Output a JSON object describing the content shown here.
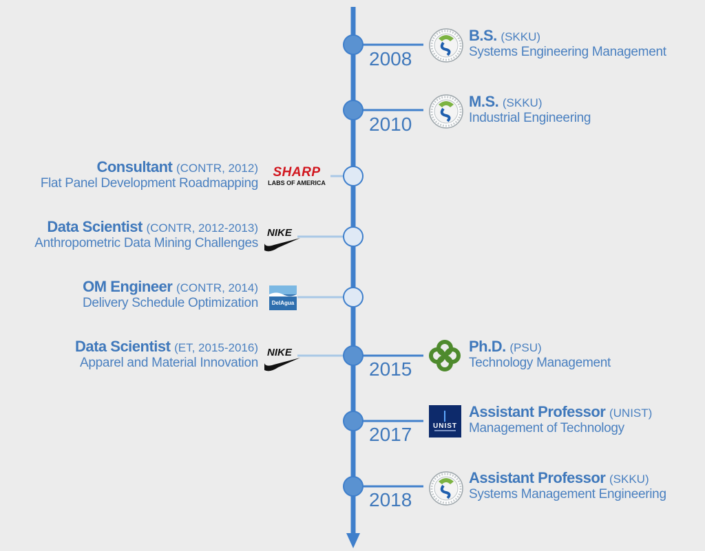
{
  "colors": {
    "axis": "#3f7fcb",
    "node_filled": "#5a92d1",
    "node_open": "#dfe9f5",
    "connector": "#a9c8e6",
    "text": "#4a80c0"
  },
  "education": [
    {
      "year": "2008",
      "degree": "B.S.",
      "institution": "(SKKU)",
      "field": "Systems Engineering Management",
      "logo": "skku-seal-icon"
    },
    {
      "year": "2010",
      "degree": "M.S.",
      "institution": "(SKKU)",
      "field": "Industrial Engineering",
      "logo": "skku-seal-icon"
    },
    {
      "year": "2015",
      "degree": "Ph.D.",
      "institution": "(PSU)",
      "field": "Technology Management",
      "logo": "psu-logo-icon"
    },
    {
      "year": "2017",
      "degree": "Assistant Professor",
      "institution": "(UNIST)",
      "field": "Management of Technology",
      "logo": "unist-logo-icon",
      "logo_text": "UNIST"
    },
    {
      "year": "2018",
      "degree": "Assistant Professor",
      "institution": "(SKKU)",
      "field": "Systems Management Engineering",
      "logo": "skku-seal-icon"
    }
  ],
  "work": [
    {
      "role": "Consultant",
      "detail": "(CONTR, 2012)",
      "project": "Flat Panel Development Roadmapping",
      "logo": "sharp-logo-icon",
      "logo_text": "SHARP",
      "logo_sub": "LABS OF AMERICA"
    },
    {
      "role": "Data Scientist",
      "detail": "(CONTR, 2012-2013)",
      "project": "Anthropometric Data Mining Challenges",
      "logo": "nike-logo-icon",
      "logo_text": "NIKE"
    },
    {
      "role": "OM Engineer",
      "detail": "(CONTR, 2014)",
      "project": "Delivery Schedule Optimization",
      "logo": "delagua-logo-icon",
      "logo_text": "DelAgua"
    },
    {
      "role": "Data Scientist",
      "detail": "(ET, 2015-2016)",
      "project": "Apparel and Material Innovation",
      "logo": "nike-logo-icon",
      "logo_text": "NIKE"
    }
  ]
}
